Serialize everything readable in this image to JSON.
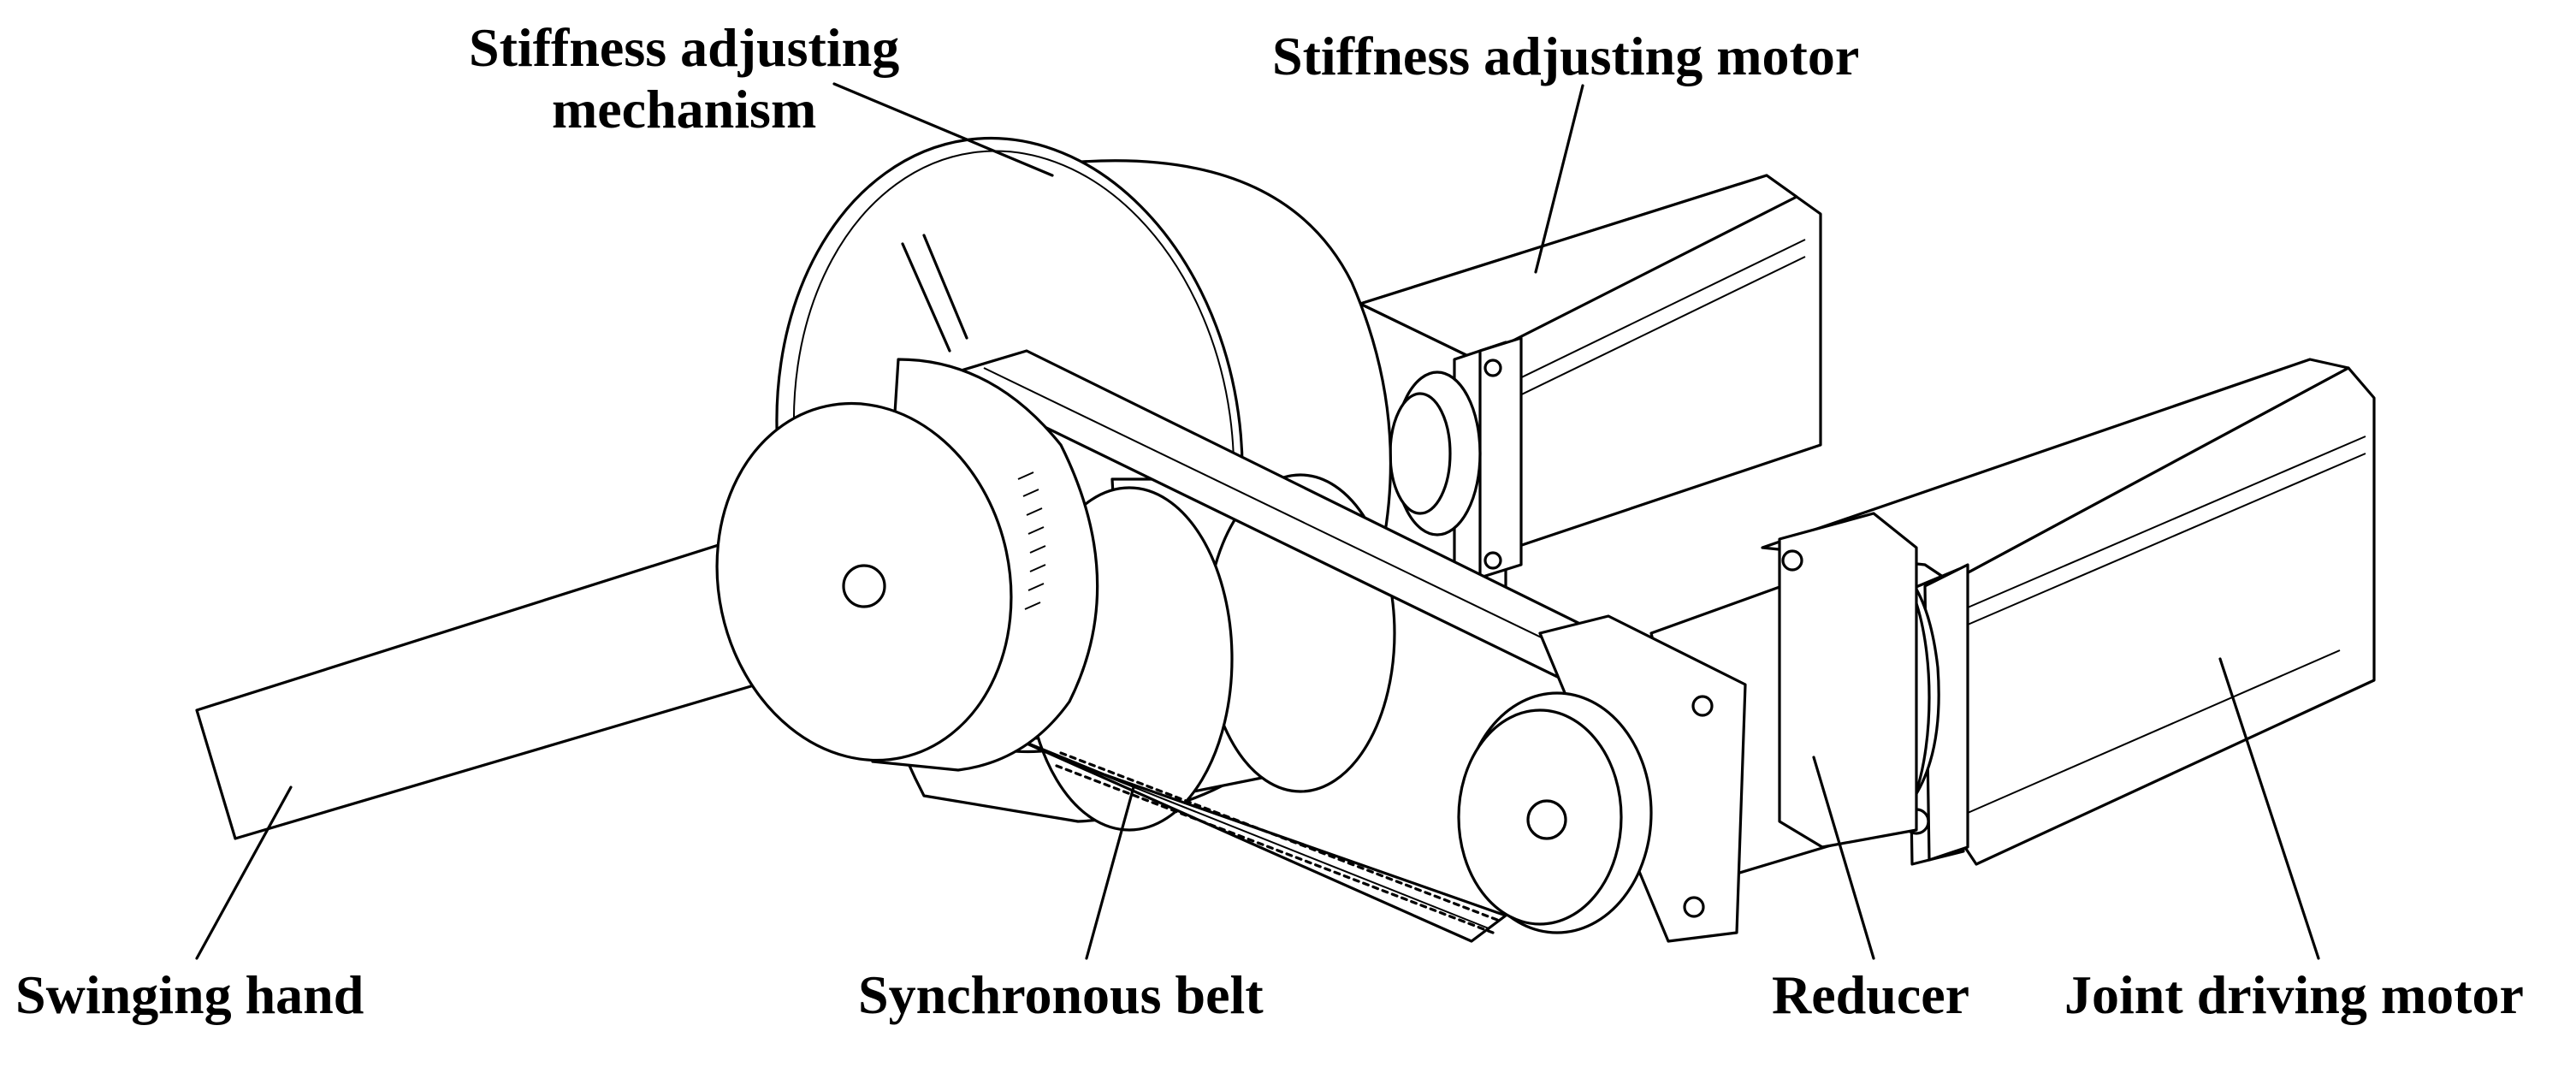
{
  "labels": {
    "stiffness_mechanism": [
      "Stiffness adjusting",
      "mechanism"
    ],
    "stiffness_motor": "Stiffness adjusting motor",
    "swinging_hand": "Swinging hand",
    "synchronous_belt": "Synchronous belt",
    "reducer": "Reducer",
    "joint_motor": "Joint driving motor"
  }
}
